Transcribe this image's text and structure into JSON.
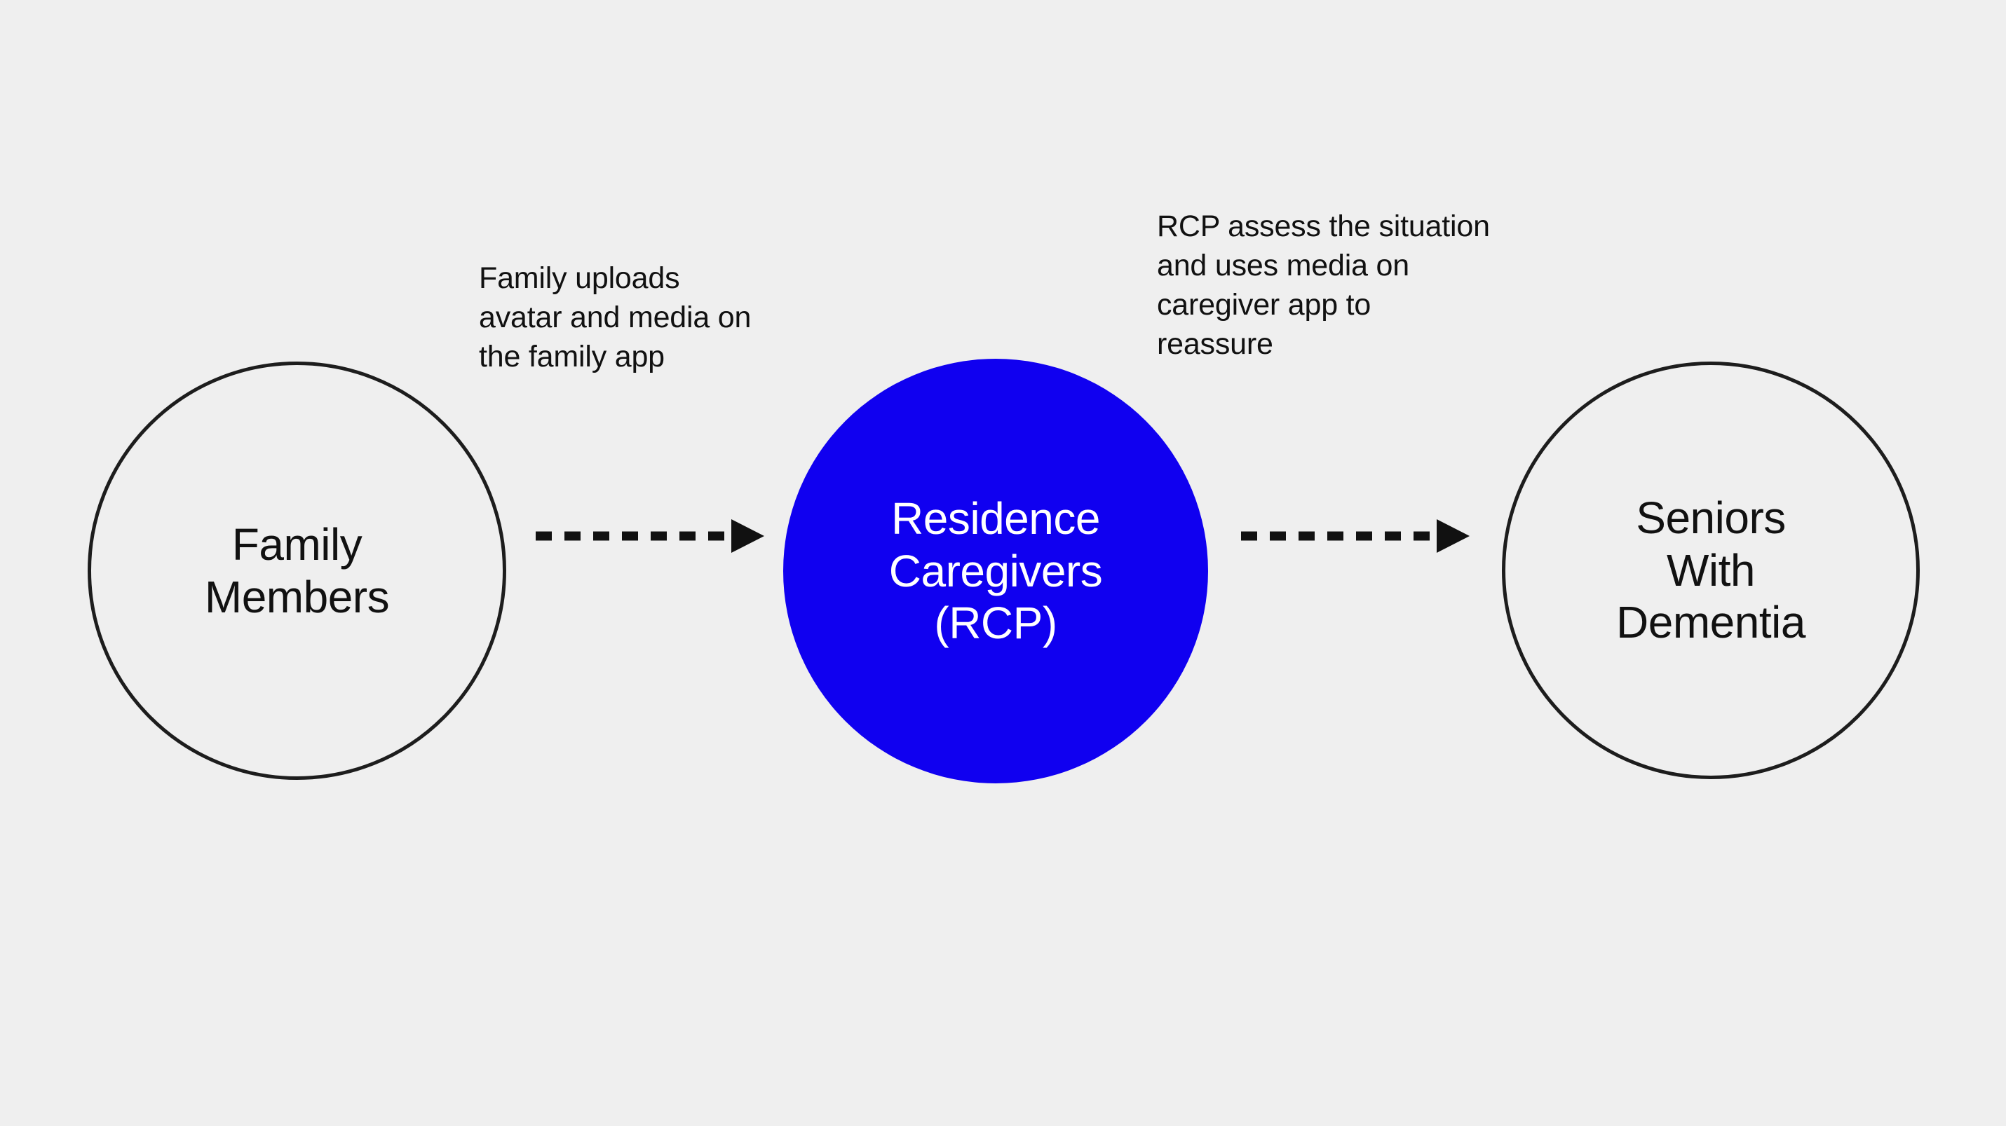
{
  "diagram": {
    "background_color": "#efefef",
    "accent_color": "#1000f0",
    "outline_color": "#1d1d1d",
    "text_color": "#111111",
    "nodes": [
      {
        "id": "family-members",
        "label": "Family\nMembers",
        "style": "outlined",
        "fill": "#efefef",
        "stroke": "#1d1d1d",
        "text_color": "#111111"
      },
      {
        "id": "residence-caregivers",
        "label": "Residence\nCaregivers\n(RCP)",
        "style": "filled",
        "fill": "#1000f0",
        "stroke": "none",
        "text_color": "#ffffff"
      },
      {
        "id": "seniors-with-dementia",
        "label": "Seniors\nWith\nDementia",
        "style": "outlined",
        "fill": "#efefef",
        "stroke": "#1d1d1d",
        "text_color": "#111111"
      }
    ],
    "edges": [
      {
        "id": "family-to-rcp",
        "from": "family-members",
        "to": "residence-caregivers",
        "style": "dashed",
        "arrowhead": "filled-triangle",
        "label": "Family uploads\navatar and media on\nthe family app"
      },
      {
        "id": "rcp-to-seniors",
        "from": "residence-caregivers",
        "to": "seniors-with-dementia",
        "style": "dashed",
        "arrowhead": "filled-triangle",
        "label": "RCP assess the situation\nand uses media on\ncaregiver app to\nreassure"
      }
    ]
  }
}
